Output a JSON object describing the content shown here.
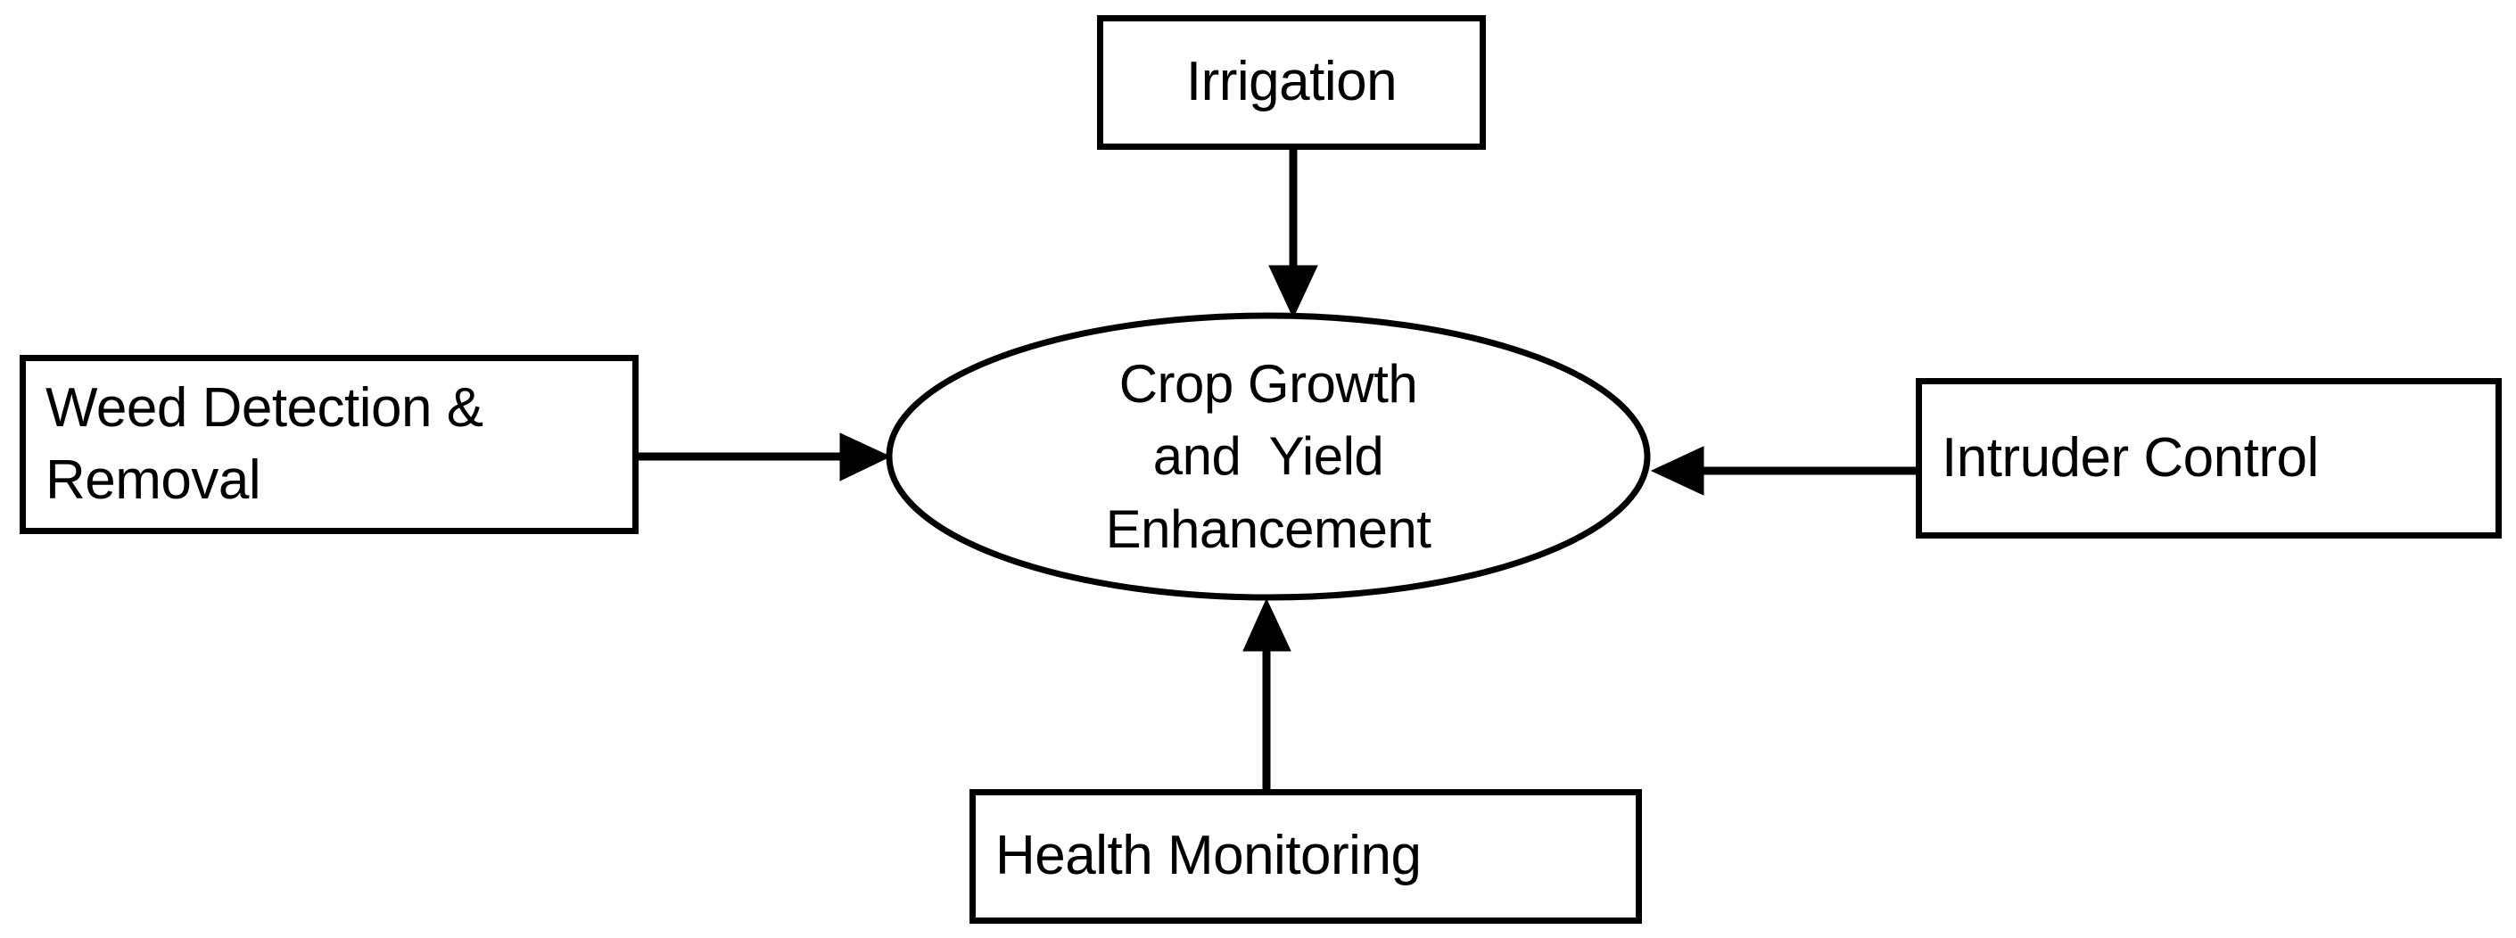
{
  "diagram": {
    "type": "hub-and-spoke concept diagram",
    "background_color": "#ffffff",
    "stroke_color": "#000000",
    "center": {
      "shape": "ellipse",
      "name": "crop-growth-and-yield-enhancement",
      "lines": [
        "Crop Growth",
        "and  Yield",
        "Enhancement"
      ]
    },
    "nodes": [
      {
        "id": "irrigation",
        "shape": "rectangle",
        "position": "top",
        "lines": [
          "Irrigation"
        ]
      },
      {
        "id": "weed",
        "shape": "rectangle",
        "position": "left",
        "lines": [
          "Weed Detection &",
          "Removal"
        ]
      },
      {
        "id": "intruder",
        "shape": "rectangle",
        "position": "right",
        "lines": [
          "Intruder Control"
        ]
      },
      {
        "id": "health",
        "shape": "rectangle",
        "position": "bottom",
        "lines": [
          "Health Monitoring"
        ]
      }
    ],
    "edges": [
      {
        "from": "irrigation",
        "to": "center",
        "direction": "down",
        "arrowhead": "end"
      },
      {
        "from": "weed",
        "to": "center",
        "direction": "right",
        "arrowhead": "end"
      },
      {
        "from": "intruder",
        "to": "center",
        "direction": "left",
        "arrowhead": "end"
      },
      {
        "from": "health",
        "to": "center",
        "direction": "up",
        "arrowhead": "end"
      }
    ]
  }
}
